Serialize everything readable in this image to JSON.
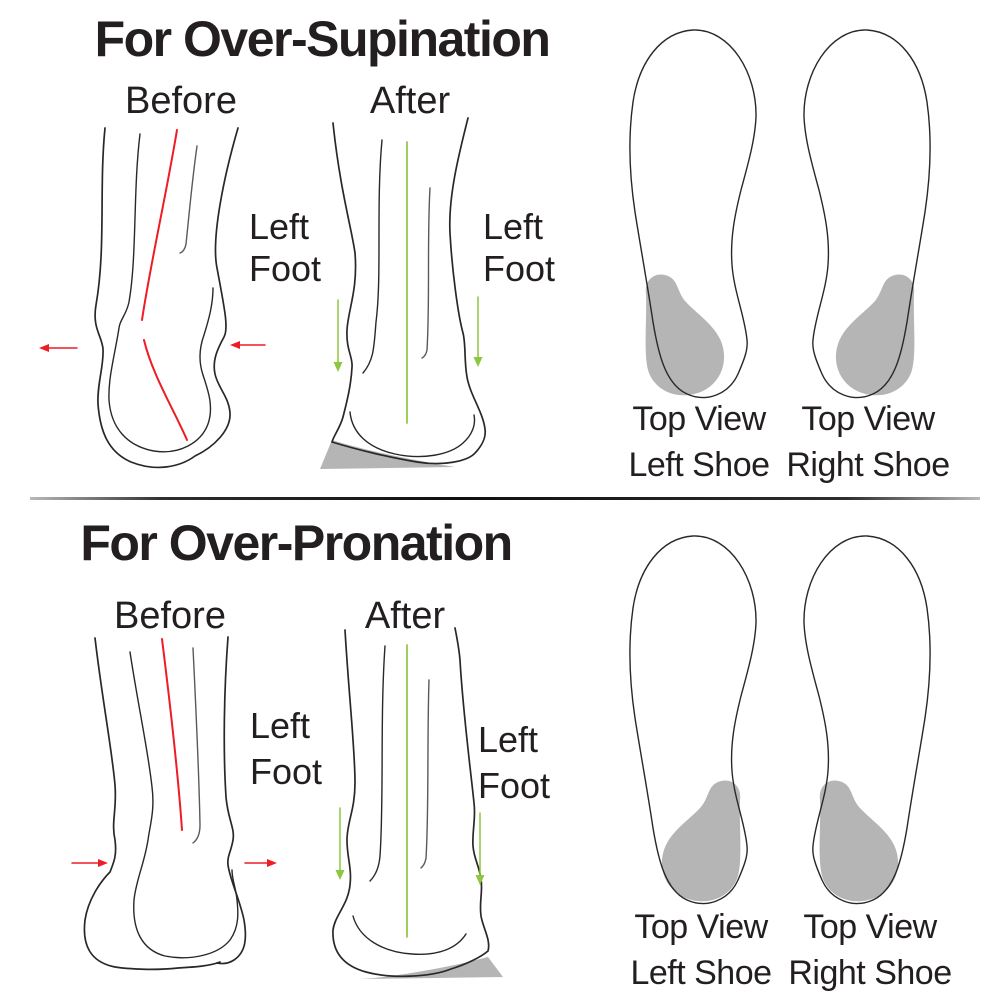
{
  "colors": {
    "accent_red": "#ee1c25",
    "accent_green": "#8dc63f",
    "pad_gray": "#b5b5b5",
    "line_dark": "#2b2728",
    "text_dark": "#231f20"
  },
  "sections": [
    {
      "title": "For Over-Supination",
      "before_label": "Before",
      "after_label": "After",
      "before_side_label": {
        "line1": "Left",
        "line2": "Foot"
      },
      "after_side_label": {
        "line1": "Left",
        "line2": "Foot"
      },
      "shoe_captions": {
        "left": {
          "line1": "Top View",
          "line2": "Left Shoe"
        },
        "right": {
          "line1": "Top View",
          "line2": "Right Shoe"
        }
      }
    },
    {
      "title": "For Over-Pronation",
      "before_label": "Before",
      "after_label": "After",
      "before_side_label": {
        "line1": "Left",
        "line2": "Foot"
      },
      "after_side_label": {
        "line1": "Left",
        "line2": "Foot"
      },
      "shoe_captions": {
        "left": {
          "line1": "Top View",
          "line2": "Left Shoe"
        },
        "right": {
          "line1": "Top View",
          "line2": "Right Shoe"
        }
      }
    }
  ]
}
